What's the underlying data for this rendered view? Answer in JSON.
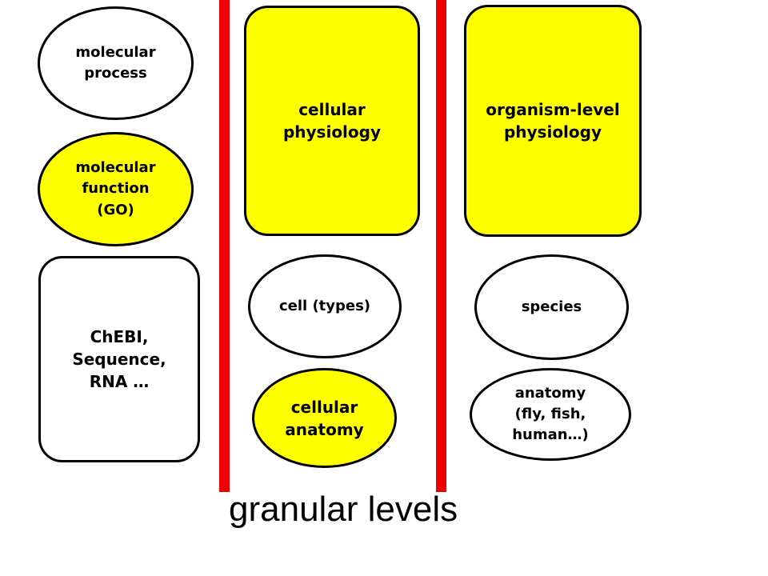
{
  "colors": {
    "yellow": "#ffff00",
    "white": "#ffffff",
    "divider_red": "#ee0000",
    "outline": "#000000"
  },
  "left_column": {
    "molecular_process": "molecular\nprocess",
    "molecular_function": "molecular\nfunction\n(GO)",
    "chebi": "ChEBI,\nSequence,\nRNA …"
  },
  "middle_column": {
    "cellular_physiology": "cellular\nphysiology",
    "cell_types": "cell (types)",
    "cellular_anatomy": "cellular\nanatomy"
  },
  "right_column": {
    "organism_physiology": "organism-level\nphysiology",
    "species": "species",
    "anatomy": "anatomy\n(fly, fish,\nhuman…)"
  },
  "caption": "granular levels"
}
